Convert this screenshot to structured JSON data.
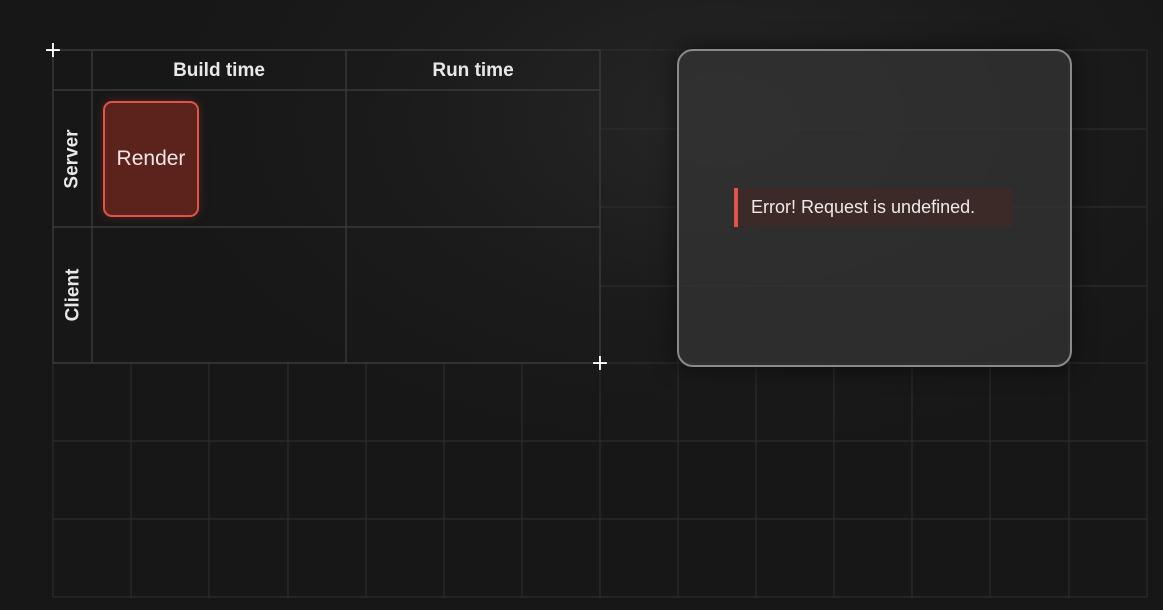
{
  "columns": {
    "build": "Build time",
    "run": "Run time"
  },
  "rows": {
    "server": "Server",
    "client": "Client"
  },
  "node": {
    "label": "Render",
    "color": "#e0544a"
  },
  "panel": {
    "error_text": "Error! Request is undefined."
  },
  "icons": {
    "corner_marker": "plus-icon"
  }
}
